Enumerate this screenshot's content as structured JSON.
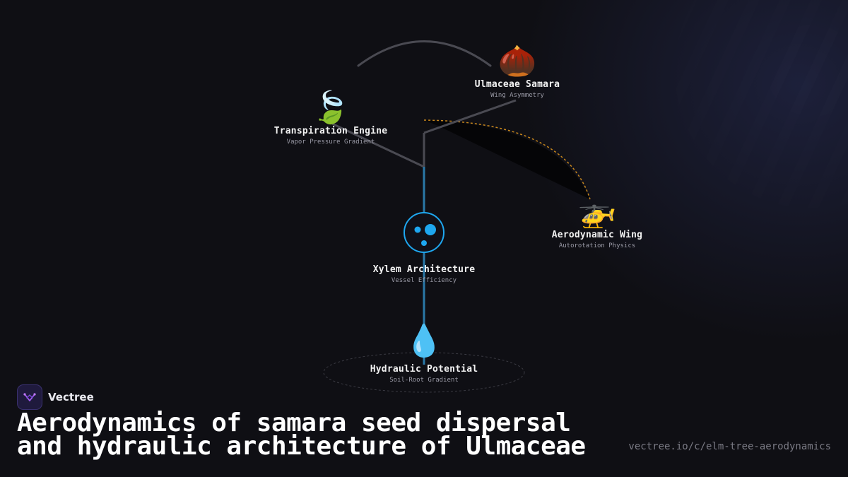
{
  "nodes": {
    "samara": {
      "icon": "🌰",
      "icon_name": "chestnut-seed-icon",
      "title": "Ulmaceae Samara",
      "subtitle": "Wing Asymmetry"
    },
    "transpiration": {
      "icon": "🍃",
      "icon_name": "leaf-icon",
      "title": "Transpiration Engine",
      "subtitle": "Vapor Pressure Gradient"
    },
    "aerodynamic": {
      "icon": "🚁",
      "icon_name": "helicopter-icon",
      "title": "Aerodynamic Wing",
      "subtitle": "Autorotation Physics"
    },
    "xylem": {
      "icon_name": "vessel-cells-icon",
      "title": "Xylem Architecture",
      "subtitle": "Vessel Efficiency"
    },
    "hydraulic": {
      "icon": "💧",
      "icon_name": "water-drop-icon",
      "title": "Hydraulic Potential",
      "subtitle": "Soil-Root Gradient"
    }
  },
  "brand": {
    "name": "Vectree"
  },
  "headline": "Aerodynamics of samara seed dispersal and hydraulic architecture of Ulmaceae",
  "url": "vectree.io/c/elm-tree-aerodynamics",
  "colors": {
    "background": "#0f0f14",
    "branch": "#4a4a52",
    "xylem_accent": "#1ea7f0",
    "dispersal_dashed": "#c8871c"
  }
}
